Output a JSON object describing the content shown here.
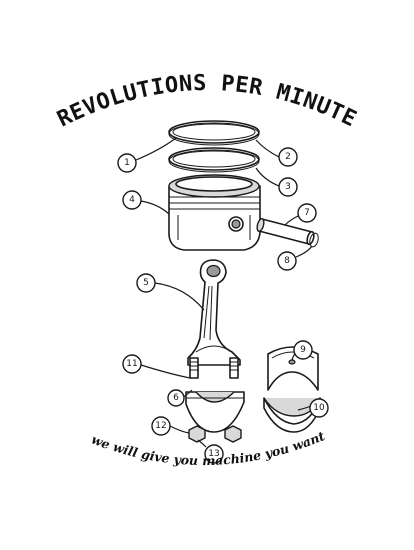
{
  "title": "REVOLUTIONS PER MINUTE",
  "tagline": "we will give you machine you want",
  "parts": [
    {
      "label": "1"
    },
    {
      "label": "2"
    },
    {
      "label": "3"
    },
    {
      "label": "4"
    },
    {
      "label": "5"
    },
    {
      "label": "6"
    },
    {
      "label": "7"
    },
    {
      "label": "8"
    },
    {
      "label": "9"
    },
    {
      "label": "10"
    },
    {
      "label": "11"
    },
    {
      "label": "12"
    },
    {
      "label": "13"
    }
  ]
}
